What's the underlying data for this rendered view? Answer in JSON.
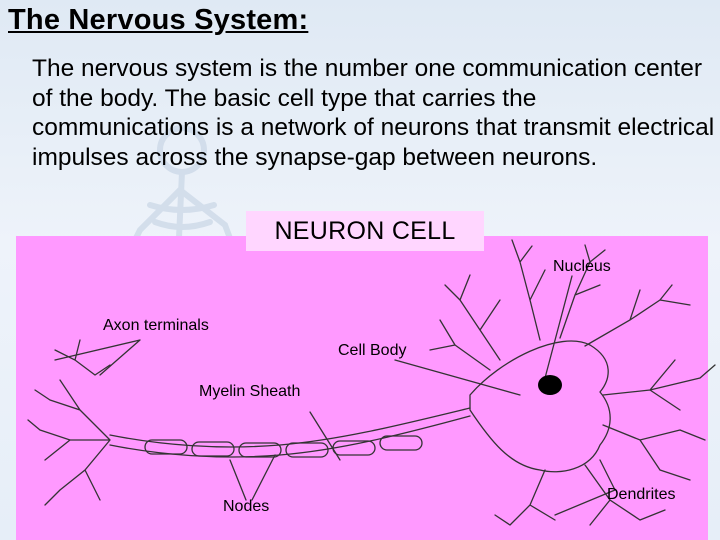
{
  "slide": {
    "title": "The Nervous System:",
    "body": "The nervous system is the number one communication center of the body.  The basic cell type that carries the communications is a network of neurons that transmit electrical impulses across the synapse-gap between neurons."
  },
  "diagram": {
    "title": "NEURON CELL",
    "labels": {
      "nucleus": "Nucleus",
      "axon_terminals": "Axon terminals",
      "cell_body": "Cell Body",
      "myelin_sheath": "Myelin Sheath",
      "nodes": "Nodes",
      "dendrites": "Dendrites"
    }
  },
  "colors": {
    "panel_background": "#ff99ff",
    "title_box": "#ffd6ff",
    "slide_background": "#e6eef8"
  }
}
